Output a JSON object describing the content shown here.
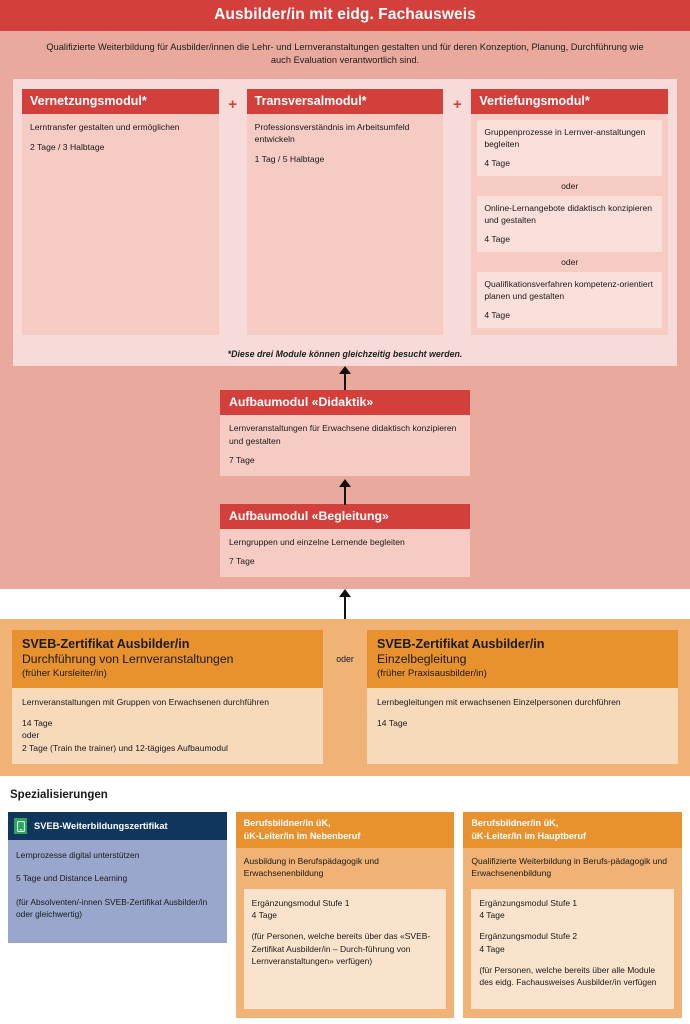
{
  "header": {
    "title": "Ausbilder/in mit eidg. Fachausweis",
    "intro": "Qualifizierte Weiterbildung für Ausbilder/innen die Lehr- und Lernveranstaltungen gestalten und für deren Konzeption, Planung, Durchführung wie auch Evaluation verantwortlich sind."
  },
  "modules": {
    "plus_symbol": "+",
    "footnote": "*Diese drei Module können gleichzeitig besucht werden.",
    "items": [
      {
        "title": "Vernetzungsmodul*",
        "desc": "Lerntransfer gestalten und ermöglichen",
        "days": "2 Tage / 3 Halbtage"
      },
      {
        "title": "Transversalmodul*",
        "desc": "Professionsverständnis im Arbeitsumfeld entwickeln",
        "days": "1 Tag / 5 Halbtage"
      },
      {
        "title": "Vertiefungsmodul*",
        "or_label": "oder",
        "options": [
          {
            "desc": "Gruppenprozesse in Lernver-anstaltungen begleiten",
            "days": "4 Tage"
          },
          {
            "desc": "Online-Lernangebote didaktisch konzipieren und gestalten",
            "days": "4 Tage"
          },
          {
            "desc": "Qualifikationsverfahren kompetenz-orientiert planen und gestalten",
            "days": "4 Tage"
          }
        ]
      }
    ]
  },
  "aufbau": [
    {
      "title": "Aufbaumodul «Didaktik»",
      "desc": "Lernveranstaltungen für Erwachsene didaktisch konzipieren und gestalten",
      "days": "7 Tage"
    },
    {
      "title": "Aufbaumodul «Begleitung»",
      "desc": "Lerngruppen und einzelne Lernende begleiten",
      "days": "7 Tage"
    }
  ],
  "certificates": {
    "or_label": "oder",
    "items": [
      {
        "line1": "SVEB-Zertifikat Ausbilder/in",
        "line2": "Durchführung von Lernveranstaltungen",
        "line3": "(früher Kursleiter/in)",
        "desc": "Lernveranstaltungen mit Gruppen von Erwachsenen durchführen",
        "days_1": "14 Tage",
        "days_or": "oder",
        "days_2": "2 Tage (Train the trainer) und 12-tägiges Aufbaumodul"
      },
      {
        "line1": "SVEB-Zertifikat Ausbilder/in",
        "line2": "Einzelbegleitung",
        "line3": "(früher Praxisausbilder/in)",
        "desc": "Lernbegleitungen mit erwachsenen Einzelpersonen durchführen",
        "days_1": "14 Tage",
        "days_or": "",
        "days_2": ""
      }
    ]
  },
  "specializations": {
    "title": "Spezialisierungen",
    "blue": {
      "icon": "tablet-icon",
      "title": "SVEB-Weiterbildungszertifikat",
      "line1": "Lernprozesse digital unterstützen",
      "line2": "5 Tage und Distance Learning",
      "line3": "(für Absolventen/-innen SVEB-Zertifikat Ausbilder/in oder gleichwertig)"
    },
    "orange": [
      {
        "head_l1": "Berufsbildner/in üK,",
        "head_l2": "üK-Leiter/in im Nebenberuf",
        "desc": "Ausbildung in Berufspädagogik und Erwachsenenbildung",
        "blocks": [
          {
            "name": "Ergänzungsmodul Stufe 1",
            "days": "4 Tage"
          }
        ],
        "note": "(für Personen, welche bereits über das «SVEB-Zertifikat Ausbilder/in  – Durch-führung von Lernveranstaltungen» verfügen)"
      },
      {
        "head_l1": "Berufsbildner/in üK,",
        "head_l2": "üK-Leiter/in im Hauptberuf",
        "desc": "Qualifizierte Weiterbildung in Berufs-pädagogik und Erwachsenenbildung",
        "blocks": [
          {
            "name": "Ergänzungsmodul Stufe 1",
            "days": "4 Tage"
          },
          {
            "name": "Ergänzungsmodul Stufe 2",
            "days": "4 Tage"
          }
        ],
        "note": "(für Personen, welche bereits über alle Module des eidg. Fachausweises Ausbilder/in verfügen"
      }
    ]
  },
  "colors": {
    "red": "#d3403c",
    "pink_bg": "#e9a99d",
    "pink_panel": "#f7dbd8",
    "pink_body": "#f6cbc4",
    "orange": "#e8912f",
    "orange_bg": "#f0b275",
    "orange_body": "#f7d9bc",
    "navy": "#10365e",
    "periwinkle": "#9aa7cd",
    "green": "#2aa65a"
  }
}
